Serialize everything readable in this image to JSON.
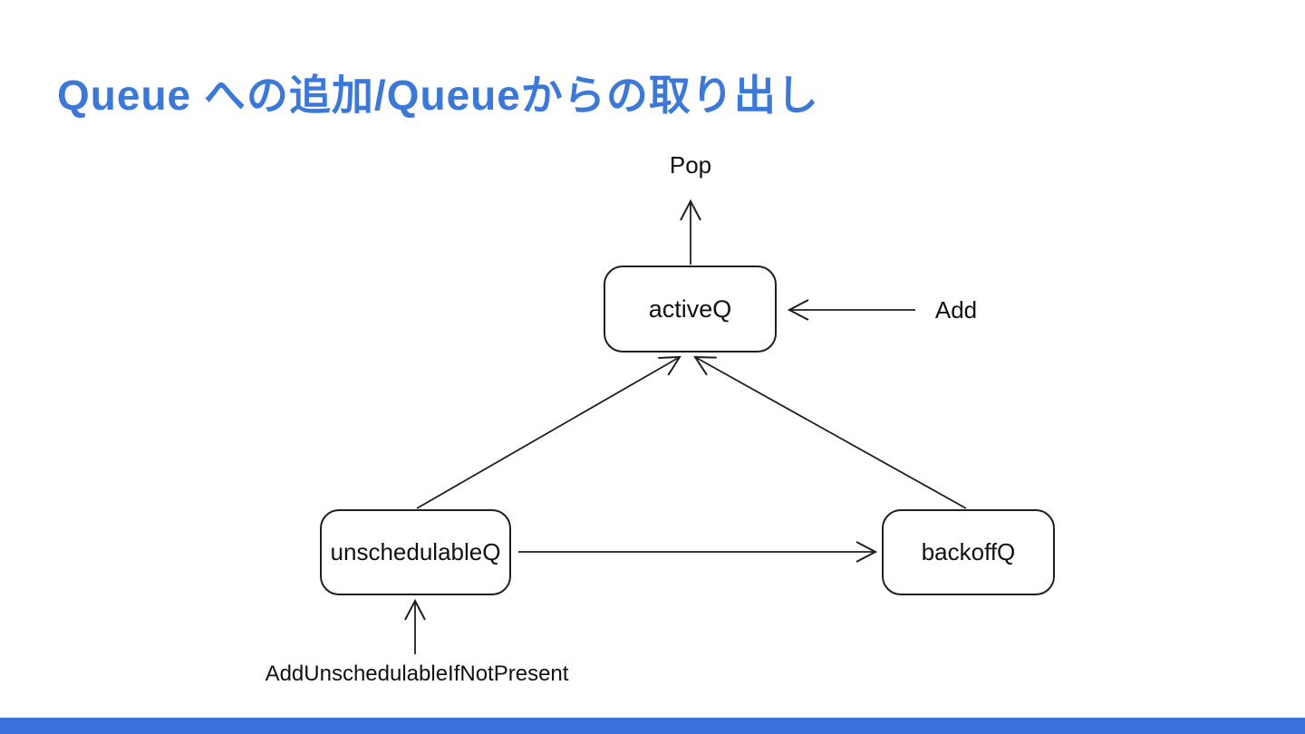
{
  "slide": {
    "title": "Queue への追加/Queueからの取り出し",
    "title_color": "#3c78d8",
    "footer_bar_color": "#3a70dc"
  },
  "diagram": {
    "stroke_color": "#1f1f1f",
    "nodes": [
      {
        "id": "activeQ",
        "label": "activeQ"
      },
      {
        "id": "unschedulableQ",
        "label": "unschedulableQ"
      },
      {
        "id": "backoffQ",
        "label": "backoffQ"
      }
    ],
    "edges": [
      {
        "from": "activeQ",
        "to": "outside-top",
        "label": "Pop",
        "direction": "up"
      },
      {
        "from": "outside-right",
        "to": "activeQ",
        "label": "Add",
        "direction": "left"
      },
      {
        "from": "unschedulableQ",
        "to": "activeQ",
        "label": ""
      },
      {
        "from": "backoffQ",
        "to": "activeQ",
        "label": ""
      },
      {
        "from": "unschedulableQ",
        "to": "backoffQ",
        "label": ""
      },
      {
        "from": "outside-bottom",
        "to": "unschedulableQ",
        "label": "AddUnschedulableIfNotPresent",
        "direction": "up"
      }
    ]
  }
}
